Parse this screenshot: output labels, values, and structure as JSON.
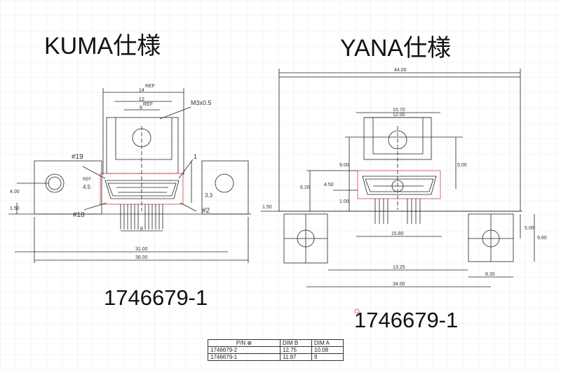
{
  "labels": {
    "left_title": "KUMA仕様",
    "right_title": "YANA仕様",
    "left_part": "1746679-1",
    "right_part": "1746679-1"
  },
  "dims": {
    "left": {
      "d14": "14",
      "ref": "REF",
      "d12": "12",
      "d9": "9",
      "ref2": "REF",
      "m3": "M3x0.5",
      "pin19": "#19",
      "pin1": "1",
      "pin18": "#18",
      "pin2": "#2",
      "d45": "4.5",
      "d33": "3.3",
      "d8": "8",
      "d31": "31.00",
      "d36": "36.00",
      "d400": "4.00",
      "d150": "1.50",
      "ref3": "REF"
    },
    "right": {
      "d44": "44.00",
      "d15": "15.70",
      "d12": "12.00",
      "d900": "9.00",
      "d500": "5.00",
      "d620": "6.20",
      "d450": "4.50",
      "d100": "1.00",
      "d1580": "15.80",
      "d1325": "13.25",
      "d34": "34.00",
      "d830": "8.30",
      "d5b": "5.00",
      "d980": "9.80",
      "d150": "1.50"
    }
  },
  "table": {
    "header": [
      "P/N ⊕",
      "DIM B",
      "DIM A"
    ],
    "rows": [
      [
        "1746679-2",
        "12.75",
        "10.08"
      ],
      [
        "1746679-1",
        "11.97",
        "9"
      ]
    ]
  },
  "colors": {
    "line": "#222222",
    "grid": "#dcdcdc",
    "accent": "#e23c3c"
  }
}
